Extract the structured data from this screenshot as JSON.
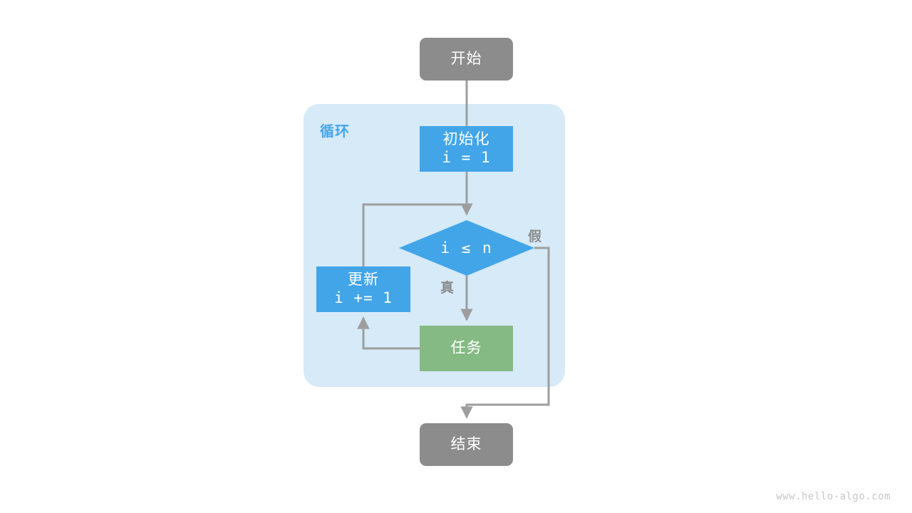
{
  "diagram": {
    "title": "for-loop-flowchart",
    "colors": {
      "terminal": "#8c8c8c",
      "process": "#42a5e8",
      "task": "#85ba85",
      "container": "#d6eaf8",
      "edge": "#9e9e9e",
      "label": "#8c8c8c",
      "loop_label": "#45a5ea",
      "watermark": "#c8c8c8",
      "background": "#ffffff"
    },
    "container": {
      "label": "循环"
    },
    "nodes": {
      "start": {
        "label": "开始"
      },
      "init": {
        "line1": "初始化",
        "line2": "i = 1"
      },
      "decision": {
        "label": "i ≤ n"
      },
      "task": {
        "label": "任务"
      },
      "update": {
        "line1": "更新",
        "line2": "i += 1"
      },
      "end": {
        "label": "结束"
      }
    },
    "edge_labels": {
      "true": "真",
      "false": "假"
    },
    "watermark": "www.hello-algo.com"
  }
}
